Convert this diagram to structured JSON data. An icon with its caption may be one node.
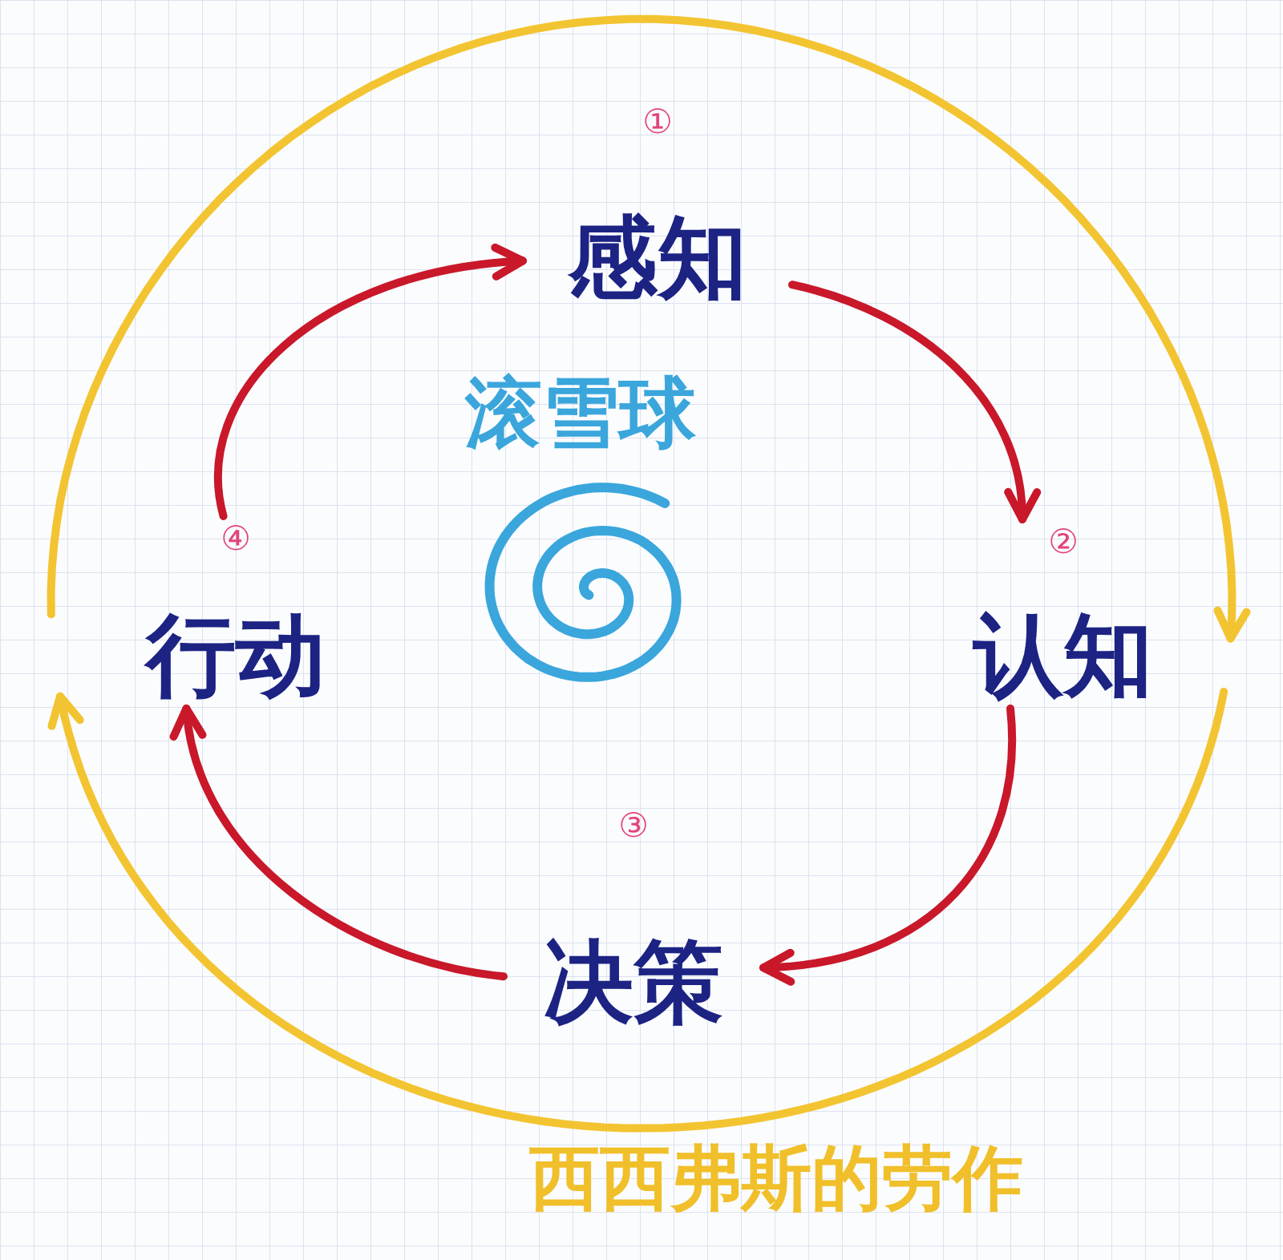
{
  "diagram": {
    "nodes": [
      {
        "text": [
          "感知"
        ],
        "beside": [
          "①"
        ]
      },
      {
        "text": [
          "认知"
        ],
        "beside": [
          "②"
        ]
      },
      {
        "text": [
          "决策"
        ],
        "beside": [
          "③"
        ]
      },
      {
        "text": [
          "行动"
        ],
        "beside": [
          "④"
        ]
      }
    ],
    "edges": [
      {
        "from": 3,
        "to": 0,
        "arrow": "to"
      },
      {
        "from": 0,
        "to": 1,
        "arrow": "to"
      },
      {
        "from": 1,
        "to": 2,
        "arrow": "to"
      },
      {
        "from": 2,
        "to": 3,
        "arrow": "to"
      }
    ],
    "labels": [
      "滚雪球",
      "西西弗斯的劳作"
    ]
  }
}
